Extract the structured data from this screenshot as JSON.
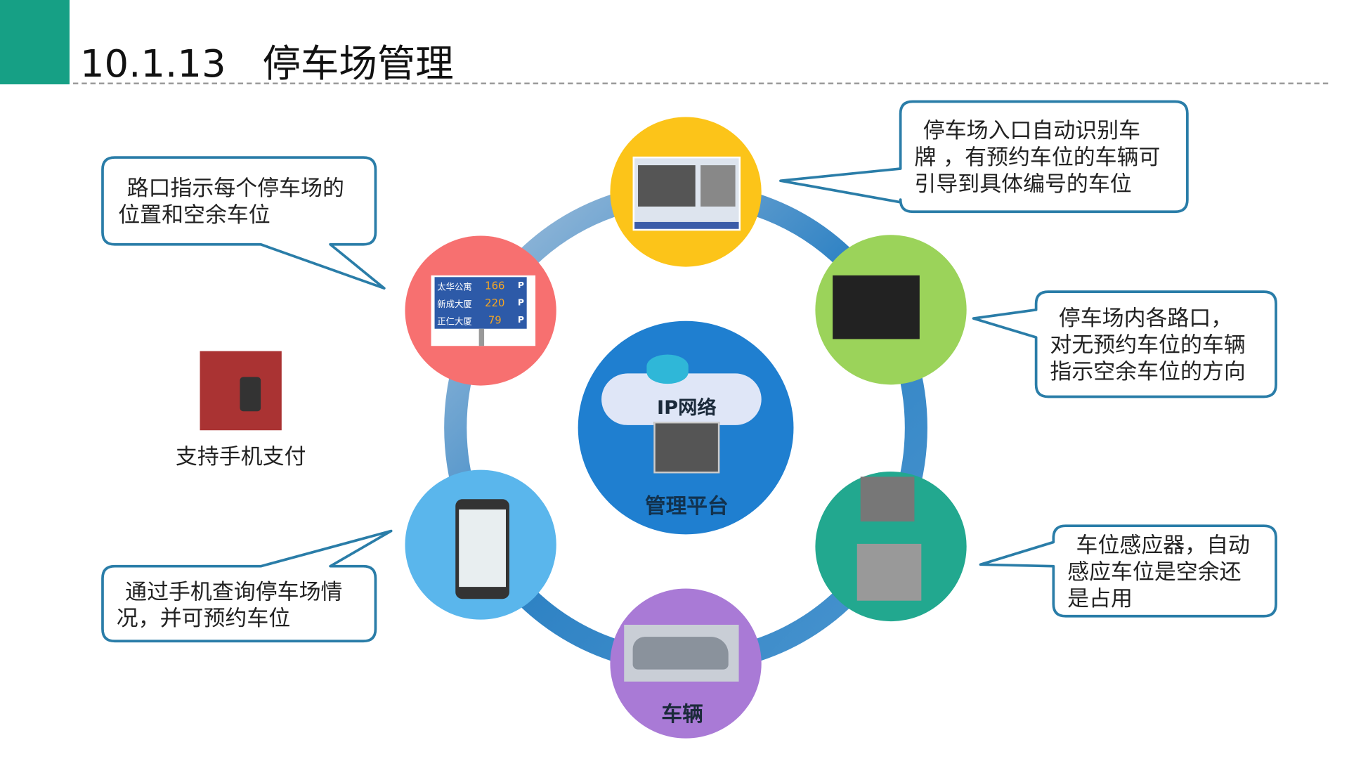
{
  "header": {
    "section_number": "10.1.13",
    "title": "停车场管理"
  },
  "center": {
    "network_label": "IP网络",
    "platform_label": "管理平台"
  },
  "nodes": {
    "vehicle_label": "车辆"
  },
  "callouts": {
    "entrance": [
      "停车场入口自动识别车",
      "牌 ，有预约车位的车辆可",
      "引导到具体编号的车位"
    ],
    "intersection": [
      "路口指示每个停车场的",
      "位置和空余车位"
    ],
    "inner": [
      "停车场内各路口，",
      "对无预约车位的车辆",
      "指示空余车位的方向"
    ],
    "sensor": [
      "车位感应器，自动",
      "感应车位是空余还",
      "是占用"
    ],
    "mobile": [
      "通过手机查询停车场情",
      "况，并可预约车位"
    ]
  },
  "sign": {
    "rows": [
      {
        "name": "太华公寓",
        "count": "166"
      },
      {
        "name": "新成大厦",
        "count": "220"
      },
      {
        "name": "正仁大厦",
        "count": "79"
      }
    ],
    "symbol": "P"
  },
  "payment": {
    "label": "支持手机支付"
  },
  "colors": {
    "accent": "#16a085",
    "yellow": "#fcc419",
    "red": "#f77070",
    "green": "#9bd35a",
    "light_blue": "#5ab6ec",
    "teal": "#22a88f",
    "purple": "#a97ad6",
    "center": "#1f7fd0",
    "outline": "#2a7da8"
  }
}
